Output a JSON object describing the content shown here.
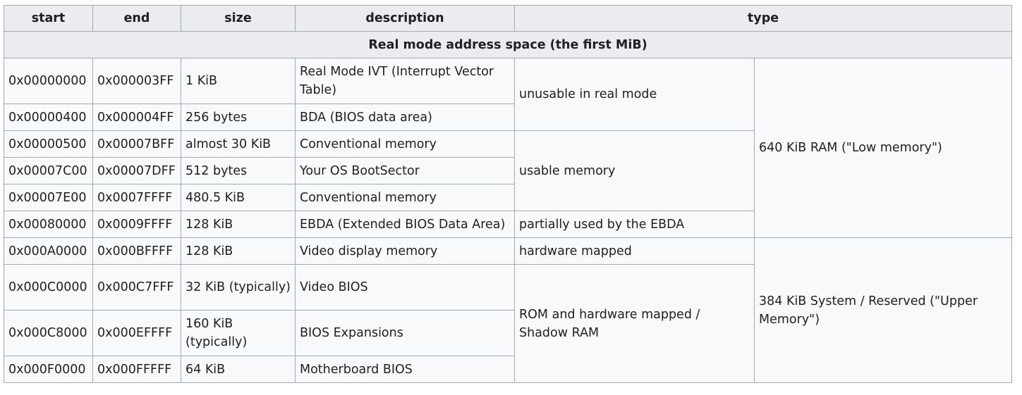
{
  "columns": [
    "start",
    "end",
    "size",
    "description",
    "type"
  ],
  "section_title": "Real mode address space (the first MiB)",
  "rows": [
    {
      "start": "0x00000000",
      "end": "0x000003FF",
      "size": "1 KiB",
      "description": "Real Mode IVT (Interrupt Vector Table)"
    },
    {
      "start": "0x00000400",
      "end": "0x000004FF",
      "size": "256 bytes",
      "description": "BDA (BIOS data area)"
    },
    {
      "start": "0x00000500",
      "end": "0x00007BFF",
      "size": "almost 30 KiB",
      "description": "Conventional memory"
    },
    {
      "start": "0x00007C00",
      "end": "0x00007DFF",
      "size": "512 bytes",
      "description": "Your OS BootSector"
    },
    {
      "start": "0x00007E00",
      "end": "0x0007FFFF",
      "size": "480.5 KiB",
      "description": "Conventional memory"
    },
    {
      "start": "0x00080000",
      "end": "0x0009FFFF",
      "size": "128 KiB",
      "description": "EBDA (Extended BIOS Data Area)"
    },
    {
      "start": "0x000A0000",
      "end": "0x000BFFFF",
      "size": "128 KiB",
      "description": "Video display memory"
    },
    {
      "start": "0x000C0000",
      "end": "0x000C7FFF",
      "size": "32 KiB (typically)",
      "description": "Video BIOS"
    },
    {
      "start": "0x000C8000",
      "end": "0x000EFFFF",
      "size": "160 KiB (typically)",
      "description": "BIOS Expansions"
    },
    {
      "start": "0x000F0000",
      "end": "0x000FFFFF",
      "size": "64 KiB",
      "description": "Motherboard BIOS"
    }
  ],
  "usage": {
    "unusable": "unusable in real mode",
    "usable": "usable memory",
    "partial": "partially used by the EBDA",
    "hardware": "hardware mapped",
    "rom": "ROM and hardware mapped / Shadow RAM"
  },
  "type": {
    "low": "640 KiB RAM (\"Low memory\")",
    "upper": "384 KiB System / Reserved (\"Upper Memory\")"
  }
}
